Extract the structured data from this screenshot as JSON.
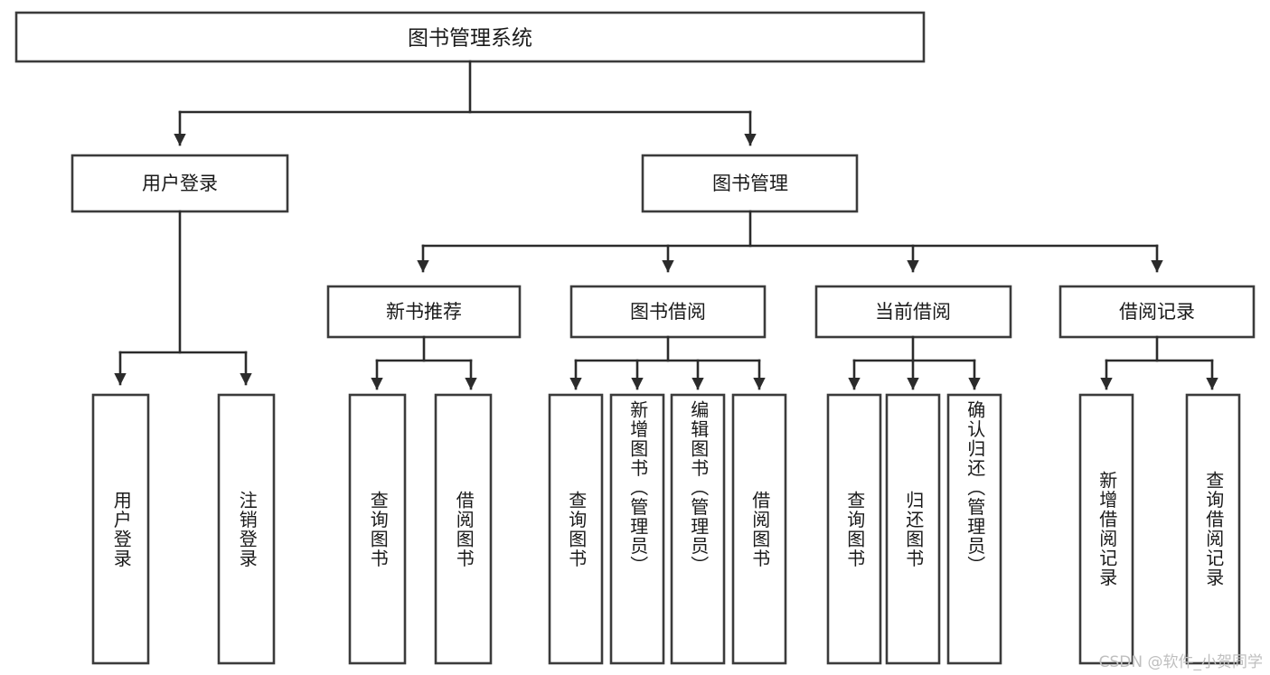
{
  "diagram": {
    "type": "tree",
    "title": "图书管理系统",
    "watermark": "CSDN @软件_小贺同学",
    "colors": {
      "box_stroke": "#3b3b3b",
      "edge": "#2b2b2b",
      "background": "#ffffff",
      "text": "#1a1a1a",
      "watermark": "#bfbfbf"
    },
    "root": {
      "label": "图书管理系统"
    },
    "level2": [
      {
        "label": "用户登录"
      },
      {
        "label": "图书管理"
      }
    ],
    "level3": [
      {
        "label": "新书推荐"
      },
      {
        "label": "图书借阅"
      },
      {
        "label": "当前借阅"
      },
      {
        "label": "借阅记录"
      }
    ],
    "leaves": {
      "user_login": [
        {
          "label": "用户登录"
        },
        {
          "label": "注销登录"
        }
      ],
      "new_book_recommend": [
        {
          "label": "查询图书"
        },
        {
          "label": "借阅图书"
        }
      ],
      "book_borrow": [
        {
          "label": "查询图书"
        },
        {
          "label": "新增图书（管理员）"
        },
        {
          "label": "编辑图书（管理员）"
        },
        {
          "label": "借阅图书"
        }
      ],
      "current_borrow": [
        {
          "label": "查询图书"
        },
        {
          "label": "归还图书"
        },
        {
          "label": "确认归还（管理员）"
        }
      ],
      "borrow_records": [
        {
          "label": "新增借阅记录"
        },
        {
          "label": "查询借阅记录"
        }
      ]
    }
  }
}
